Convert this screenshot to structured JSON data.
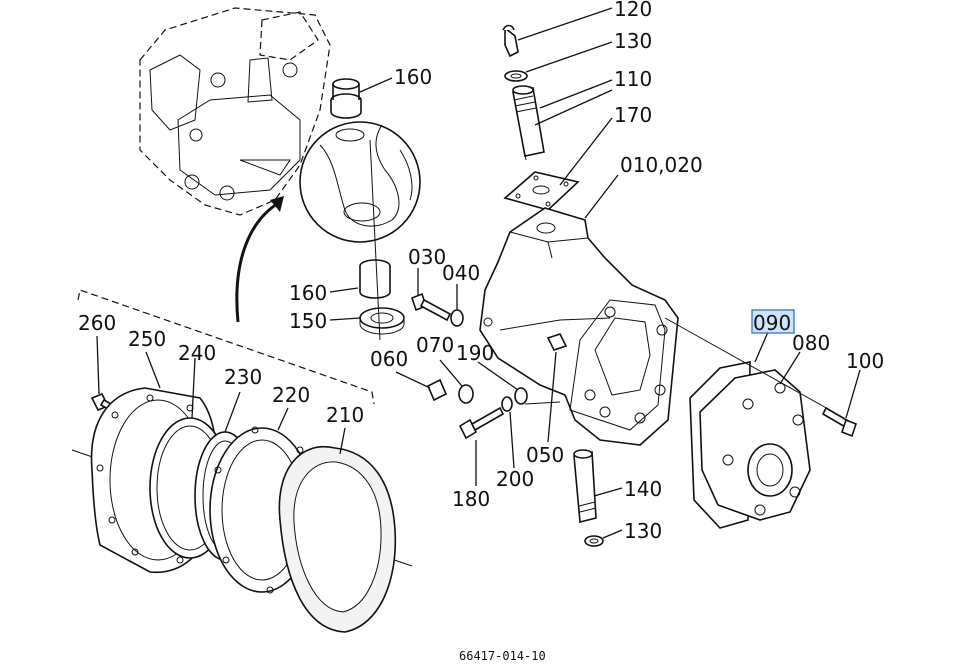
{
  "diagram_code": "66417-014-10",
  "highlighted_part": "090",
  "callouts": {
    "c120": "120",
    "c130_top": "130",
    "c110": "110",
    "c170": "170",
    "c010_020": "010,020",
    "c160_top": "160",
    "c030": "030",
    "c040": "040",
    "c160_mid": "160",
    "c150": "150",
    "c060": "060",
    "c070": "070",
    "c190": "190",
    "c090": "090",
    "c080": "080",
    "c100": "100",
    "c260": "260",
    "c250": "250",
    "c240": "240",
    "c230": "230",
    "c220": "220",
    "c210": "210",
    "c050": "050",
    "c200": "200",
    "c180": "180",
    "c140": "140",
    "c130_bottom": "130"
  }
}
